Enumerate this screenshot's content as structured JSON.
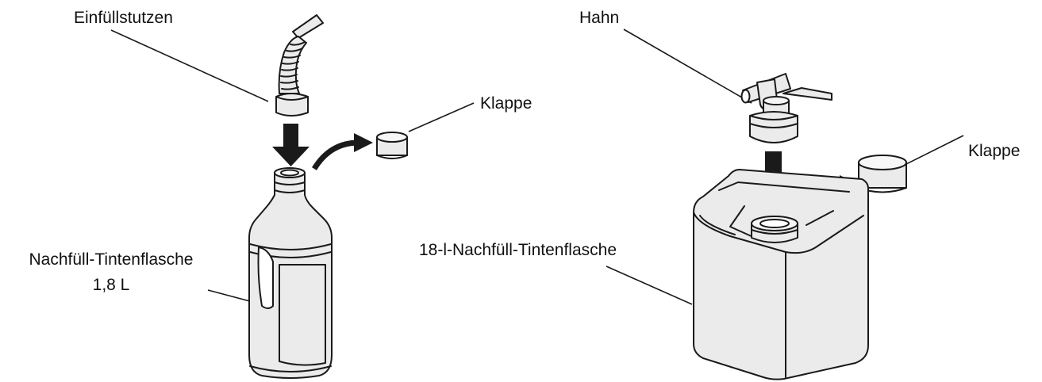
{
  "colors": {
    "line": "#1a1a1a",
    "fill": "#ebebeb",
    "arrow": "#1a1a1a"
  },
  "left": {
    "spout_label": "Einfüllstutzen",
    "cap_label": "Klappe",
    "bottle_label": "Nachfüll-Tintenflasche",
    "bottle_volume": "1,8 L"
  },
  "right": {
    "tap_label": "Hahn",
    "cap_label": "Klappe",
    "bottle_label": "18-l-Nachfüll-Tintenflasche"
  }
}
